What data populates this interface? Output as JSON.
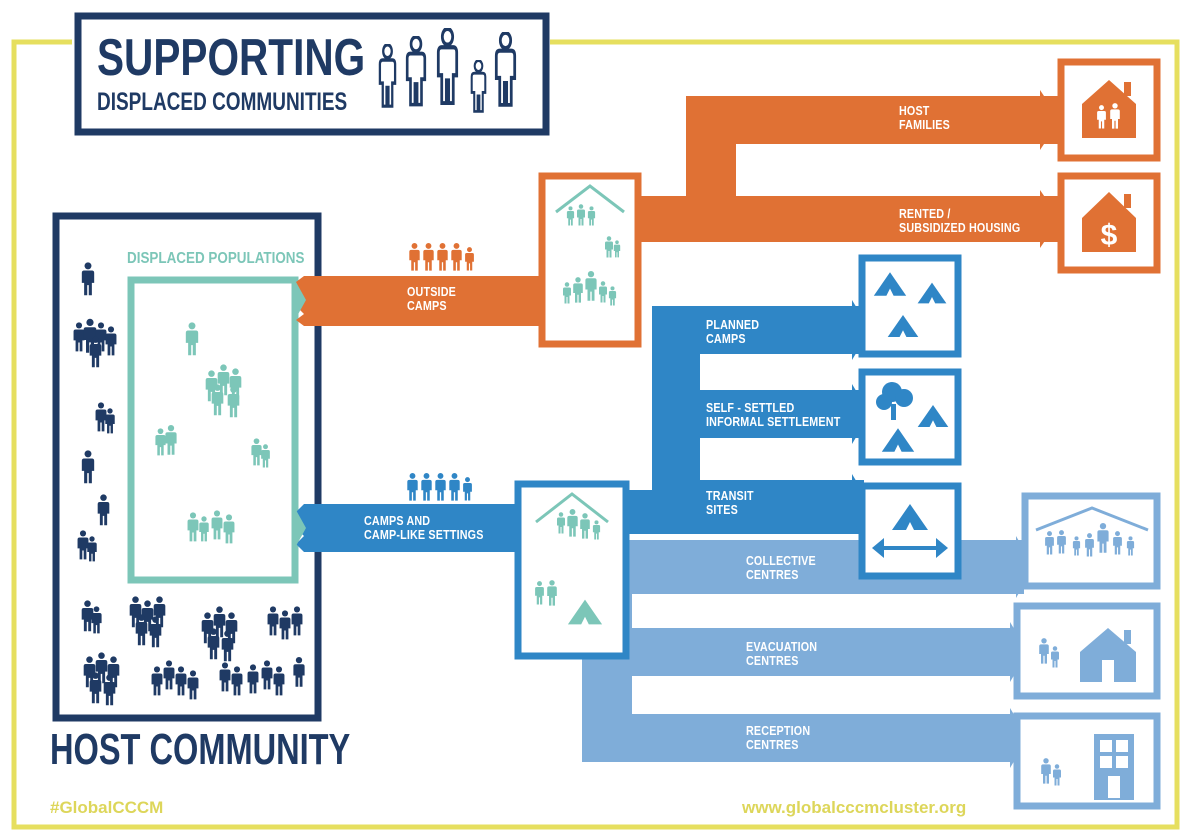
{
  "title": {
    "main": "SUPPORTING",
    "sub": "DISPLACED COMMUNITIES"
  },
  "host_community_label": "HOST COMMUNITY",
  "displaced_populations_label": "DISPLACED POPULATIONS",
  "routes": {
    "outside_camps": "OUTSIDE\nCAMPS",
    "camps_and_camp_like": "CAMPS AND\nCAMP-LIKE SETTINGS"
  },
  "outcomes": {
    "host_families": "HOST\nFAMILIES",
    "rented_housing": "RENTED /\nSUBSIDIZED HOUSING",
    "planned_camps": "PLANNED\nCAMPS",
    "self_settled": "SELF - SETTLED\nINFORMAL SETTLEMENT",
    "transit_sites": "TRANSIT\nSITES",
    "collective_centres": "COLLECTIVE\nCENTRES",
    "evacuation_centres": "EVACUATION\nCENTRES",
    "reception_centres": "RECEPTION\nCENTRES"
  },
  "footer": {
    "hashtag": "#GlobalCCCM",
    "website": "www.globalcccmcluster.org"
  },
  "colors": {
    "navy": "#1f3a64",
    "orange": "#e07134",
    "blue": "#2f86c6",
    "light_blue": "#7fadd9",
    "teal": "#7cc6b8",
    "yellow": "#e6df5f"
  },
  "icons": {
    "title": "people-silhouettes-icon",
    "host_families": "house-family-icon",
    "rented_housing": "house-dollar-icon",
    "planned_camps": "tents-icon",
    "self_settled": "tree-tents-icon",
    "transit_sites": "tent-arrow-icon",
    "collective_centres": "shelter-group-icon",
    "evacuation_centres": "house-person-icon",
    "reception_centres": "building-person-icon"
  }
}
